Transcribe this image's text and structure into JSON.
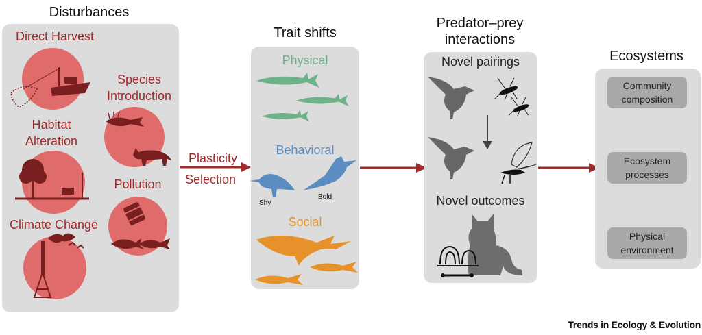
{
  "columns": {
    "disturbances": {
      "title": "Disturbances",
      "items": [
        "Direct Harvest",
        "Species Introduction",
        "Habitat Alteration",
        "Pollution",
        "Climate Change"
      ]
    },
    "trait_shifts": {
      "title": "Trait shifts",
      "categories": [
        "Physical",
        "Behavioral",
        "Social"
      ],
      "bird_labels": [
        "Shy",
        "Bold"
      ]
    },
    "predator_prey": {
      "title": "Predator–prey\ninteractions",
      "sections": [
        "Novel pairings",
        "Novel outcomes"
      ]
    },
    "ecosystems": {
      "title": "Ecosystems",
      "boxes": [
        "Community\ncomposition",
        "Ecosystem\nprocesses",
        "Physical\nenvironment"
      ]
    }
  },
  "arrow_labels": [
    "Plasticity",
    "Selection"
  ],
  "footer": "Trends in Ecology & Evolution",
  "colors": {
    "disturbance_red": "#9e2a2b",
    "circle_red": "#e06b6b",
    "physical_green": "#6fb28a",
    "behavioral_blue": "#5b8cc2",
    "social_orange": "#e6912a",
    "panel_gray": "#dcdcdc",
    "eco_box_gray": "#a9a9a9"
  },
  "icons": [
    "fishing-boat-icon",
    "lionfish-icon",
    "cat-icon",
    "tree-icon",
    "oil-barrel-icon",
    "fish-icon",
    "oil-derrick-icon",
    "shark-icon",
    "bird-icon",
    "whale-icon",
    "mosquito-icon",
    "mayfly-icon",
    "skeleton-icon"
  ]
}
